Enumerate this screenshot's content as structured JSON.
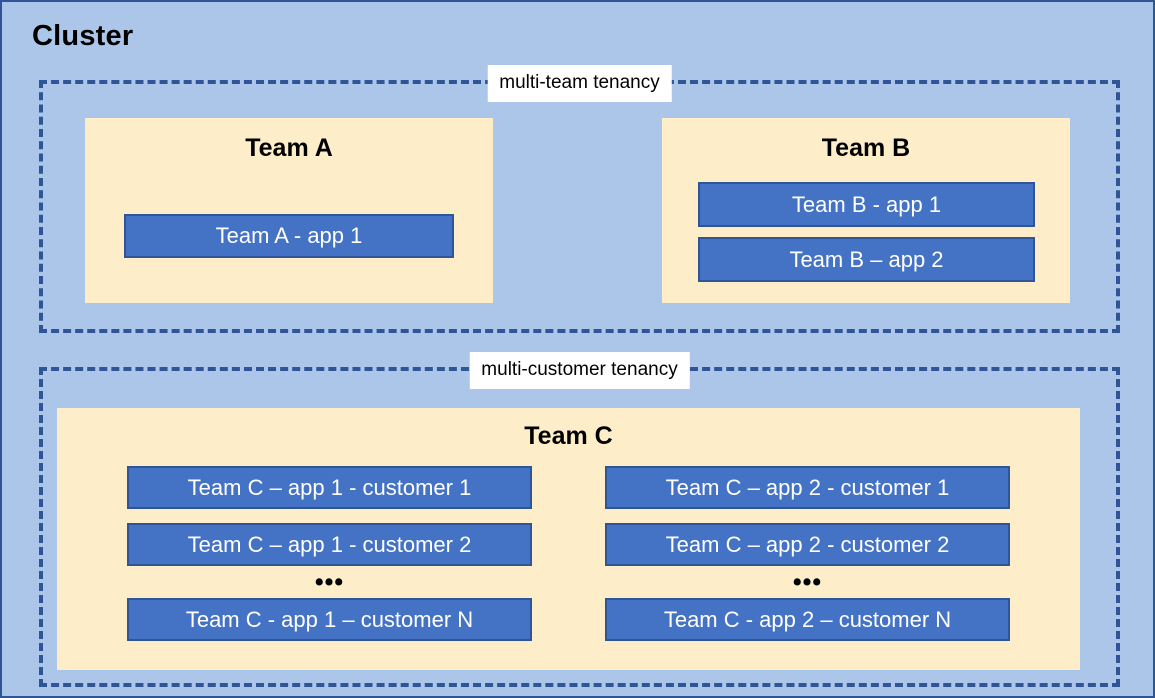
{
  "diagram": {
    "title": "Cluster",
    "background_color": "#abc6e9",
    "panel_color": "#fdeec9",
    "app_color": "#4472c4",
    "border_color": "#2f5597"
  },
  "groups": [
    {
      "id": "multi-team",
      "label": "multi-team tenancy",
      "teams": [
        {
          "id": "team-a",
          "name": "Team A",
          "apps": [
            {
              "label": "Team A - app 1"
            }
          ]
        },
        {
          "id": "team-b",
          "name": "Team B",
          "apps": [
            {
              "label": "Team B - app 1"
            },
            {
              "label": "Team B – app 2"
            }
          ]
        }
      ]
    },
    {
      "id": "multi-customer",
      "label": "multi-customer tenancy",
      "teams": [
        {
          "id": "team-c",
          "name": "Team C",
          "columns": [
            {
              "id": "team-c-app-1",
              "apps": [
                {
                  "label": "Team C – app 1 - customer 1"
                },
                {
                  "label": "Team C – app 1 - customer 2"
                }
              ],
              "ellipsis": "•••",
              "last_app": {
                "label": "Team C - app 1 – customer N"
              }
            },
            {
              "id": "team-c-app-2",
              "apps": [
                {
                  "label": "Team C – app 2 - customer 1"
                },
                {
                  "label": "Team C – app 2 - customer 2"
                }
              ],
              "ellipsis": "•••",
              "last_app": {
                "label": "Team C - app 2 – customer N"
              }
            }
          ]
        }
      ]
    }
  ]
}
